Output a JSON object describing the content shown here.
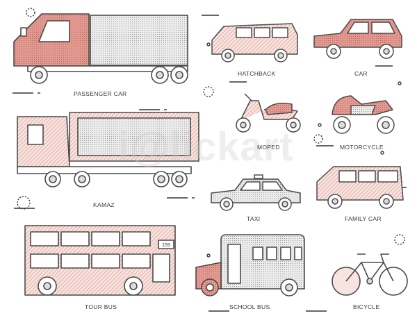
{
  "labels": {
    "passenger_car": "PASSENGER CAR",
    "hatchback": "HATCHBACK",
    "car": "CAR",
    "moped": "MOPED",
    "motorcycle": "MOTORCYCLE",
    "kamaz": "KAMAZ",
    "taxi": "TAXI",
    "family_car": "FAMILY CAR",
    "tour_bus": "TOUR BUS",
    "school_bus": "SCHOOL BUS",
    "bicycle": "BICYCLE"
  },
  "bus_route_number": "159",
  "watermark": "i@lickart",
  "colors": {
    "outline": "#4a4a4a",
    "pink": "#e39a91",
    "light_pink": "#f4d3cc",
    "gray_panel": "#e9e9e9",
    "white": "#ffffff"
  }
}
